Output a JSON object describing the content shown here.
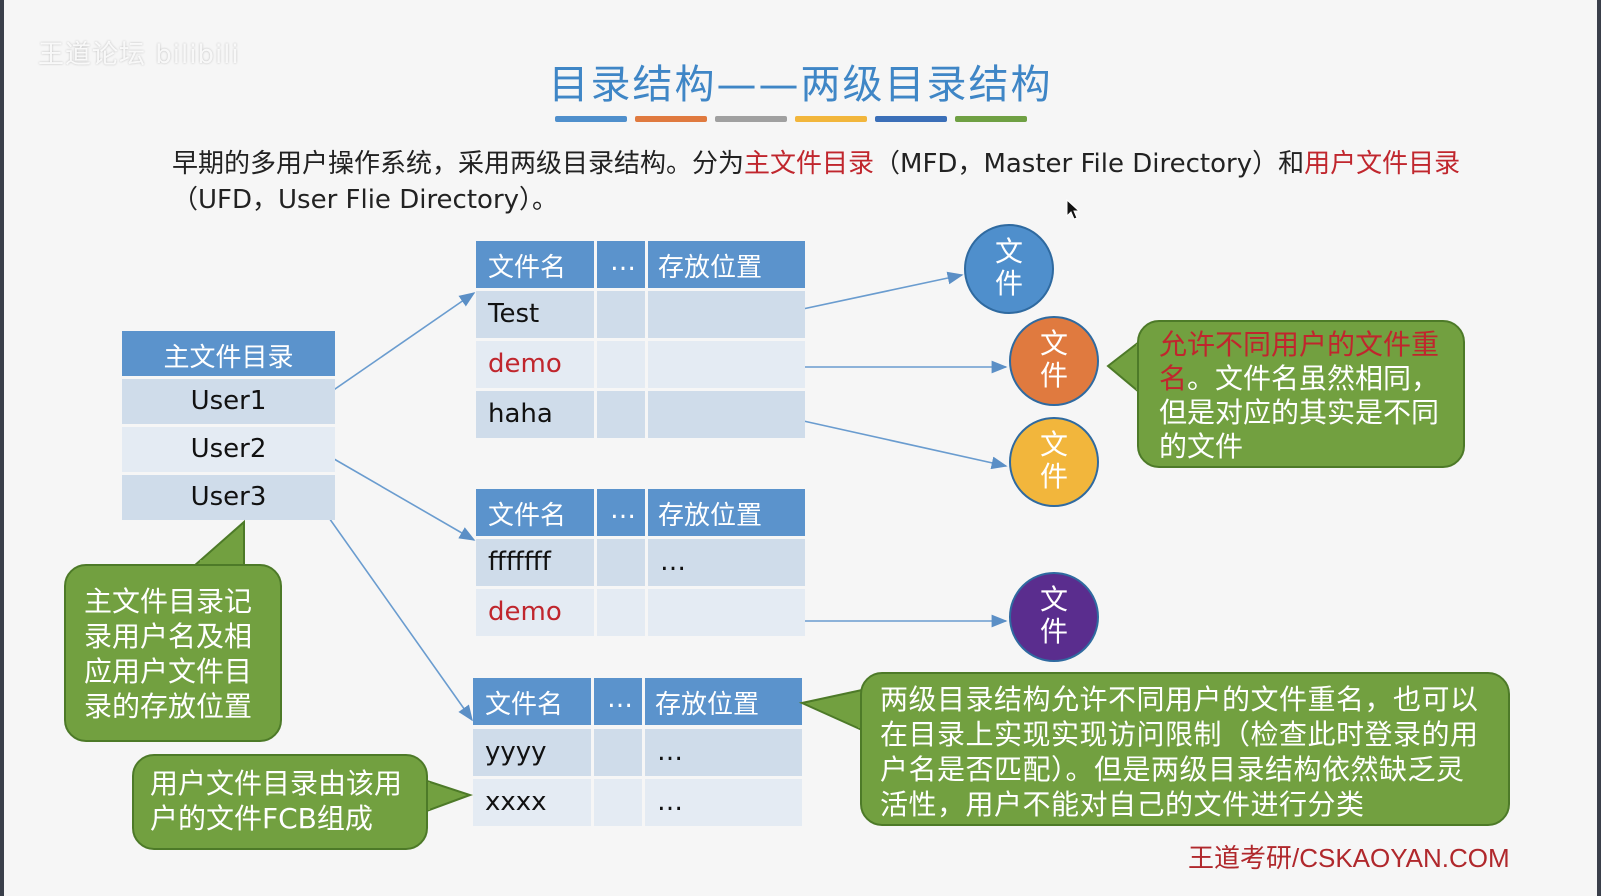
{
  "watermark": "王道论坛 bilibili",
  "title": "目录结构——两级目录结构",
  "title_bar_colors": [
    "#4f8fcc",
    "#e07a3f",
    "#a0a0a0",
    "#f2b63c",
    "#3b6fb8",
    "#6fa043"
  ],
  "intro": {
    "part1": "早期的多用户操作系统，采用两级目录结构。分为",
    "mfd": "主文件目录",
    "part2": "（MFD，Master File Directory）和",
    "ufd": "用户文件目录",
    "part3": "（UFD，User Flie Directory）。"
  },
  "mfd_table": {
    "header": "主文件目录",
    "rows": [
      "User1",
      "User2",
      "User3"
    ]
  },
  "ufd_tables": [
    {
      "headers": [
        "文件名",
        "…",
        "存放位置"
      ],
      "rows": [
        {
          "name": "Test",
          "loc": ""
        },
        {
          "name": "demo",
          "loc": ""
        },
        {
          "name": "haha",
          "loc": ""
        }
      ]
    },
    {
      "headers": [
        "文件名",
        "…",
        "存放位置"
      ],
      "rows": [
        {
          "name": "fffffff",
          "loc": "…"
        },
        {
          "name": "demo",
          "loc": ""
        }
      ]
    },
    {
      "headers": [
        "文件名",
        "…",
        "存放位置"
      ],
      "rows": [
        {
          "name": "yyyy",
          "loc": "…"
        },
        {
          "name": "xxxx",
          "loc": "…"
        }
      ]
    }
  ],
  "file_circles": [
    {
      "label": "文件",
      "color": "#4f8fcc"
    },
    {
      "label": "文件",
      "color": "#e07a3f"
    },
    {
      "label": "文件",
      "color": "#f2b63c"
    },
    {
      "label": "文件",
      "color": "#5a2d8e"
    }
  ],
  "callouts": {
    "mfd_note": "主文件目录记录用户名及相应用户文件目录的存放位置",
    "ufd_note": "用户文件目录由该用户的文件FCB组成",
    "same_name_red": "允许不同用户的文件重名",
    "same_name_rest": "。文件名虽然相同，但是对应的其实是不同的文件",
    "summary": "两级目录结构允许不同用户的文件重名，也可以在目录上实现实现访问限制（检查此时登录的用户名是否匹配）。但是两级目录结构依然缺乏灵活性，用户不能对自己的文件进行分类"
  },
  "footer": "王道考研/CSKAOYAN.COM",
  "colors": {
    "red_text": "#c0262d",
    "header_blue": "#5b93cc",
    "bubble_green": "#72a040"
  }
}
